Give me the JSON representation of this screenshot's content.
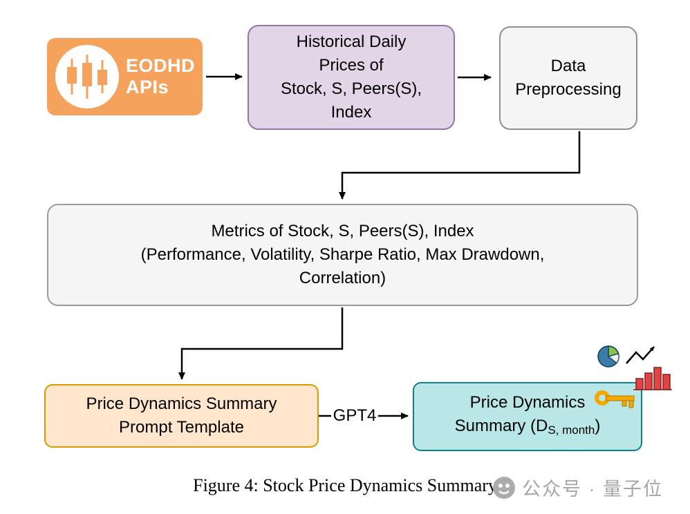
{
  "diagram": {
    "logo": {
      "line1": "EODHD",
      "line2": "APIs",
      "icon": "candlestick-chart-icon",
      "bg_color": "#F5A25D"
    },
    "nodes": {
      "historical": {
        "lines": [
          "Historical Daily",
          "Prices of",
          "Stock, S, Peers(S),",
          "Index"
        ],
        "fill": "#E1D5E7",
        "stroke": "#9673A6"
      },
      "preprocessing": {
        "lines": [
          "Data",
          "Preprocessing"
        ],
        "fill": "#F5F5F5",
        "stroke": "#8F8F8F"
      },
      "metrics": {
        "lines": [
          "Metrics of  Stock, S, Peers(S), Index",
          "(Performance, Volatility, Sharpe Ratio, Max Drawdown,",
          "Correlation)"
        ],
        "fill": "#F5F5F5",
        "stroke": "#9A9A9A"
      },
      "prompt": {
        "lines": [
          "Price Dynamics Summary",
          "Prompt Template"
        ],
        "fill": "#FFE6CC",
        "stroke": "#D79B00"
      },
      "output": {
        "line1": "Price Dynamics",
        "line2_prefix": "Summary (D",
        "line2_sub": "S, month",
        "line2_suffix": ")",
        "fill": "#B9E6E6",
        "stroke": "#0E8088",
        "decorations": [
          "pie-chart-icon",
          "growth-arrow-icon",
          "bar-chart-icon",
          "key-icon"
        ]
      }
    },
    "edge_label": "GPT4"
  },
  "caption": {
    "text": "Figure 4: Stock Price Dynamics Summary"
  },
  "watermark": {
    "text": "公众号 · 量子位",
    "icon": "qbitai-logo-icon"
  }
}
